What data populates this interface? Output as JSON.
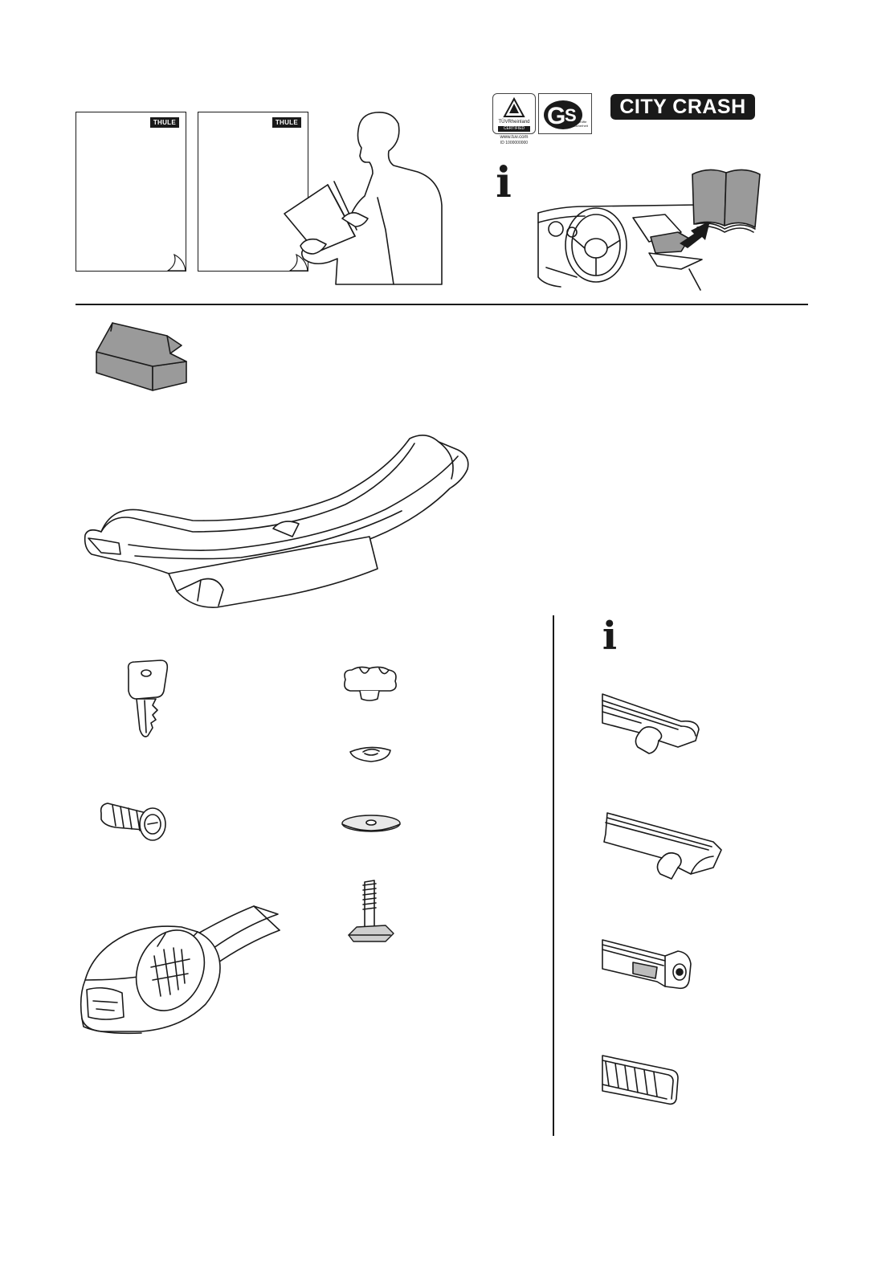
{
  "manuals": [
    {
      "brand": "THULE"
    },
    {
      "brand": "THULE"
    }
  ],
  "certification": {
    "tuv_label": "TÜVRheinland",
    "tuv_sub": "CERTIFIED",
    "tuv_url": "www.tuv.com",
    "tuv_id": "ID 1000000000",
    "gs_label": "GS",
    "gs_sub": "geprüfte Sicherheit"
  },
  "city_crash": "CITY CRASH",
  "info_symbol_1": "i",
  "info_symbol_2": "i",
  "icons": {
    "reading": "person-reading-manual-icon",
    "glovebox": "store-manual-in-glovebox-icon",
    "box": "package-box-icon",
    "cradle": "kayak-cradle-icon",
    "key": "key-icon",
    "lock_cylinder": "lock-cylinder-icon",
    "bracket": "bracket-with-bar-icon",
    "knob": "star-knob-icon",
    "washer_curved": "curved-washer-icon",
    "washer_flat": "flat-washer-icon",
    "tbolt": "t-bolt-icon",
    "bar_1": "wing-bar-icon",
    "bar_2": "slotted-bar-icon",
    "bar_3": "bar-with-end-cap-icon",
    "bar_4": "square-bar-icon"
  }
}
